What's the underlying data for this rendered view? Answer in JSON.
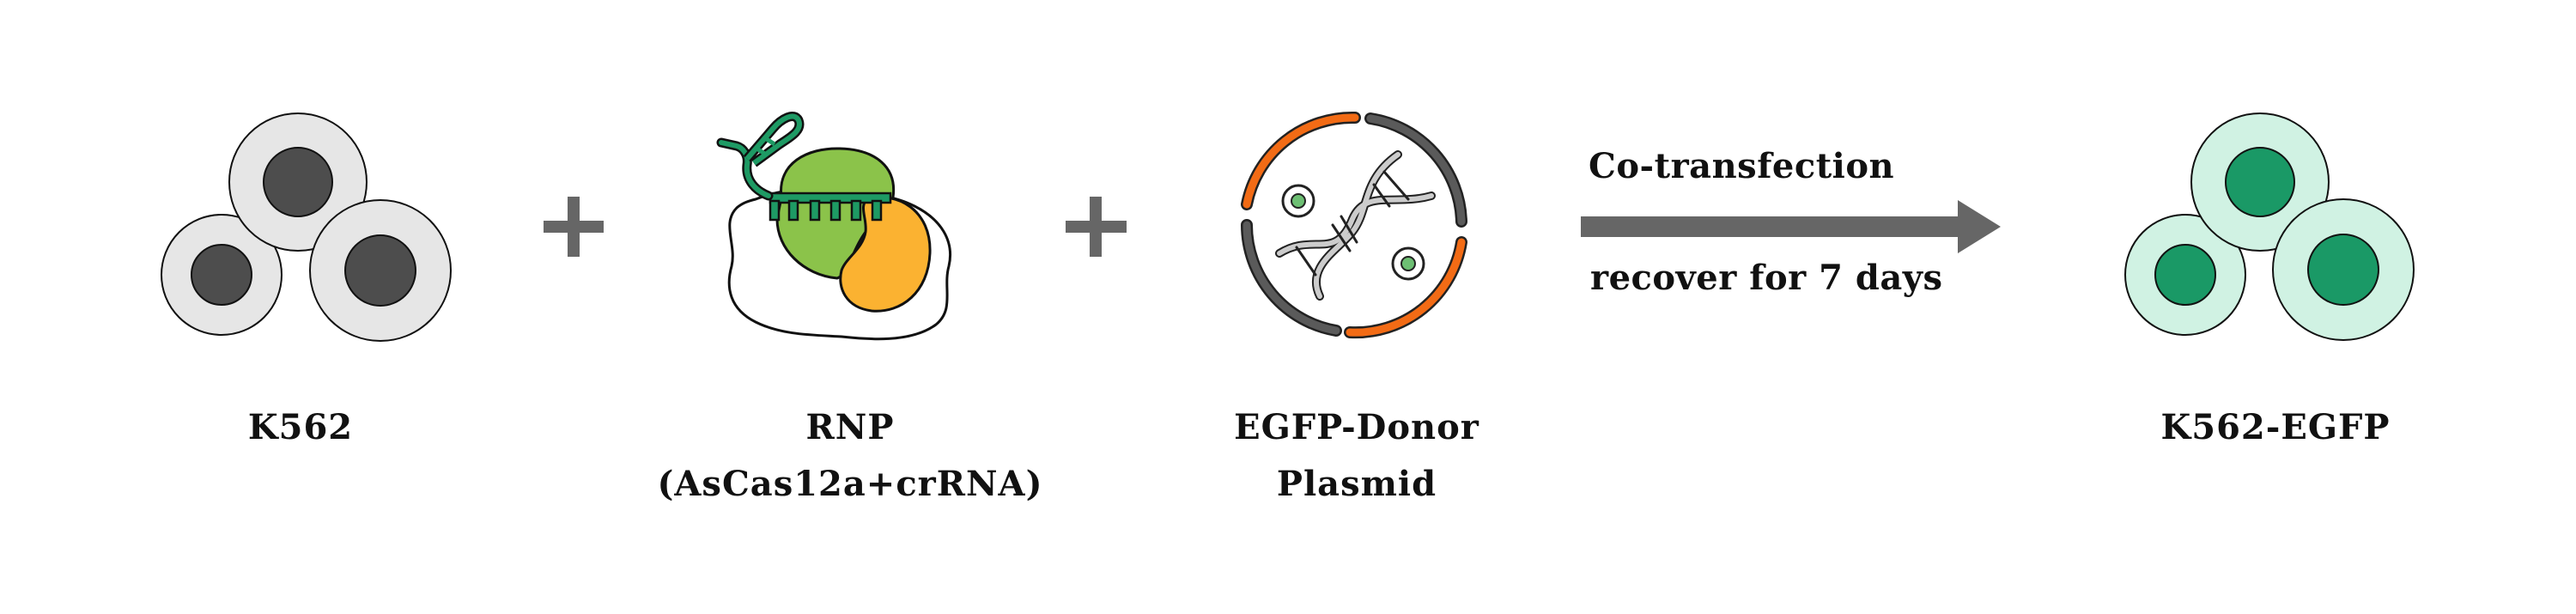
{
  "diagram": {
    "type": "workflow",
    "steps": [
      {
        "id": "k562",
        "label_lines": [
          "K562"
        ],
        "icon": "cell-cluster-gray-icon"
      },
      {
        "id": "rnp",
        "label_lines": [
          "RNP",
          "(AsCas12a+crRNA)"
        ],
        "icon": "rnp-complex-icon"
      },
      {
        "id": "donor",
        "label_lines": [
          "EGFP-Donor",
          "Plasmid"
        ],
        "icon": "plasmid-dna-icon"
      },
      {
        "id": "k562-egfp",
        "label_lines": [
          "K562-EGFP"
        ],
        "icon": "cell-cluster-green-icon"
      }
    ],
    "operators": [
      "+",
      "+"
    ],
    "arrow": {
      "top_label": "Co-transfection",
      "bottom_label": "recover for 7 days"
    }
  },
  "colors": {
    "cell_gray_cytoplasm": "#e6e6e6",
    "cell_gray_nucleus": "#4d4d4d",
    "cell_green_cytoplasm": "#d0f2e3",
    "cell_green_nucleus": "#1a9966",
    "cas_green": "#8bc34a",
    "cas_orange": "#fbb231",
    "rna_green": "#1e9a64",
    "plasmid_orange": "#f26b15",
    "plasmid_gray": "#5a5a5a",
    "dna_gray": "#cccccc",
    "dot_green": "#6dbf73",
    "operator_gray": "#666666",
    "arrow_gray": "#666666"
  }
}
